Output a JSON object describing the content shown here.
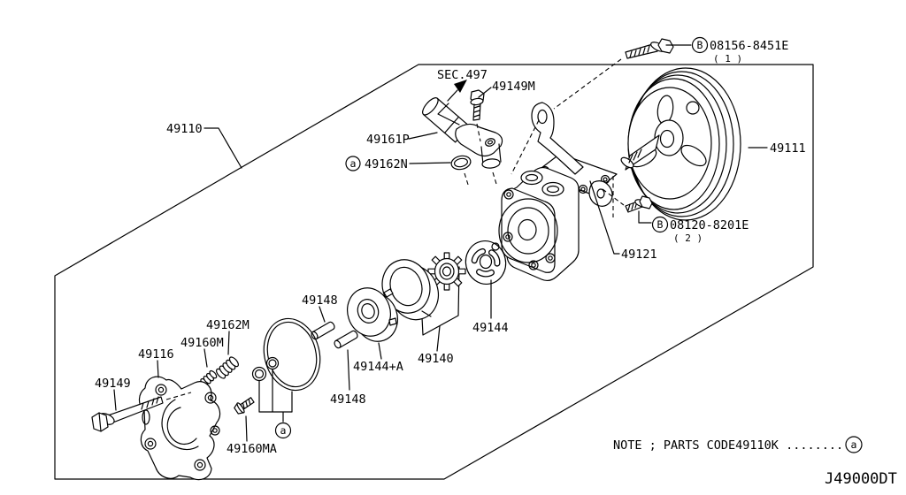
{
  "title_block": {
    "note": "NOTE ; PARTS CODE49110K ........",
    "note_symbol": "a",
    "drawing_code": "J49000DT"
  },
  "section_callout": {
    "label": "SEC.497"
  },
  "parts": {
    "pump_assembly": {
      "number": "49110"
    },
    "pulley": {
      "number": "49111"
    },
    "pulley_bolt": {
      "number": "08156-8451E",
      "qty": "( 1 )",
      "symbol": "B"
    },
    "bracket": {
      "number": "49121"
    },
    "bracket_bolt": {
      "number": "08120-8201E",
      "qty": "( 2 )",
      "symbol": "B"
    },
    "connector_bolt": {
      "number": "49149M"
    },
    "suction_connector": {
      "number": "49161P"
    },
    "suction_oring": {
      "number": "49162N",
      "symbol": "a"
    },
    "pressure_plate": {
      "number": "49144"
    },
    "cam_ring_kit": {
      "number": "49140"
    },
    "rotor_plate": {
      "number": "49144+A"
    },
    "dowel_pin_upper": {
      "number": "49148"
    },
    "dowel_pin_lower": {
      "number": "49148"
    },
    "flow_spring": {
      "number": "49162M"
    },
    "valve_spring": {
      "number": "49160M"
    },
    "rear_cover": {
      "number": "49116"
    },
    "cover_bolt": {
      "number": "49149"
    },
    "connector_screw": {
      "number": "49160MA"
    },
    "oring_set": {
      "symbol": "a"
    }
  }
}
